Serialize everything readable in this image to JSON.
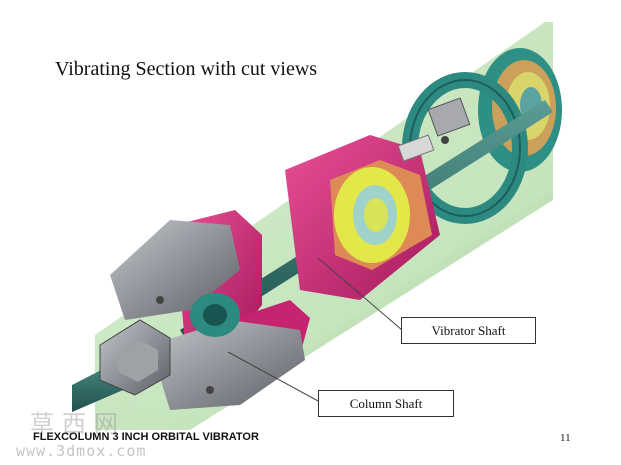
{
  "slide": {
    "title": "Vibrating Section with cut views",
    "footer_title": "FLEXCOLUMN 3 INCH ORBITAL VIBRATOR",
    "page_number": "11"
  },
  "callouts": {
    "vibrator_shaft": "Vibrator Shaft",
    "column_shaft": "Column Shaft"
  },
  "watermark": {
    "site_chars": "草西网",
    "url": "www.3dmox.com"
  },
  "colors": {
    "tube": "#bfe3b6",
    "shaft": "#2f6f6a",
    "magenta_housing": "#d6287a",
    "yellow_core": "#e3e84a",
    "orange_ring": "#de8a57",
    "grey_clamp": "#8c8f96",
    "teal_collar": "#2c8a80",
    "callout_line": "#444444"
  }
}
